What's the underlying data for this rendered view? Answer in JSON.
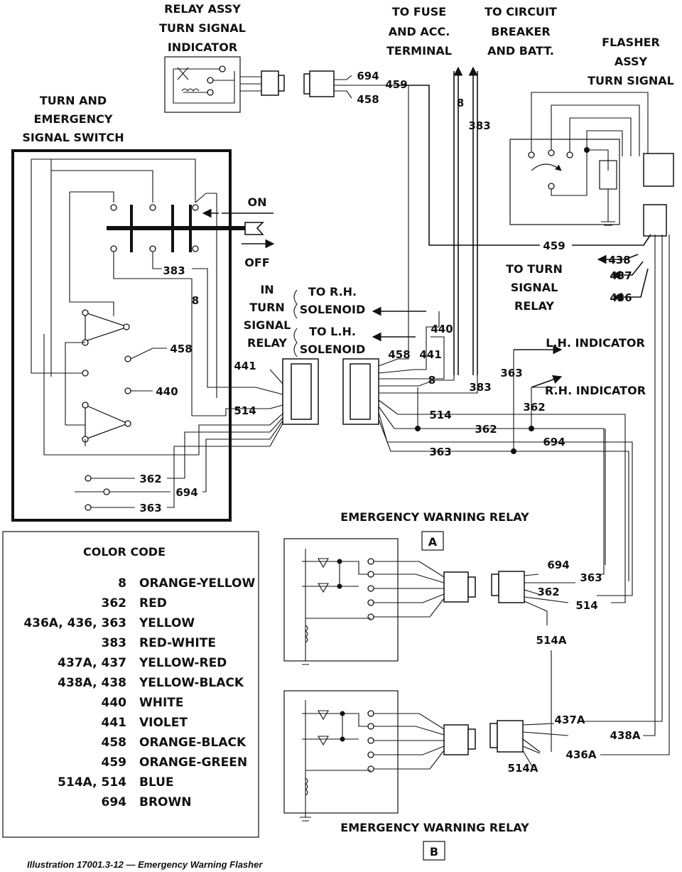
{
  "labels": {
    "relay_assy": [
      "RELAY ASSY",
      "TURN SIGNAL",
      "INDICATOR"
    ],
    "to_fuse": [
      "TO FUSE",
      "AND ACC.",
      "TERMINAL"
    ],
    "to_breaker": [
      "TO CIRCUIT",
      "BREAKER",
      "AND BATT."
    ],
    "flasher": [
      "FLASHER",
      "ASSY",
      "TURN SIGNAL"
    ],
    "switch": [
      "TURN AND",
      "EMERGENCY",
      "SIGNAL SWITCH"
    ],
    "on": "ON",
    "off": "OFF",
    "in_turn": [
      "IN",
      "TURN",
      "SIGNAL",
      "RELAY"
    ],
    "to_rh_solenoid": [
      "TO R.H.",
      "SOLENOID"
    ],
    "to_lh_solenoid": [
      "TO L.H.",
      "SOLENOID"
    ],
    "to_turn_relay": [
      "TO TURN",
      "SIGNAL",
      "RELAY"
    ],
    "lh_indicator": "L.H. INDICATOR",
    "rh_indicator": "R.H. INDICATOR",
    "relay_a_title": "EMERGENCY WARNING RELAY",
    "relay_a_tag": "A",
    "relay_b_title": "EMERGENCY WARNING RELAY",
    "relay_b_tag": "B",
    "caption": "Illustration 17001.3-12 — Emergency Warning Flasher"
  },
  "wires": {
    "w694a": "694",
    "w459a": "459",
    "w458a": "458",
    "w8a": "8",
    "w383a": "383",
    "w459b": "459",
    "w438": "438",
    "w437": "437",
    "w436": "436",
    "w383b": "383",
    "w8b": "8",
    "w458b": "458",
    "w441a": "441",
    "w440a": "440",
    "w514a": "514",
    "w362a": "362",
    "w694b": "694",
    "w363a": "363",
    "w440b": "440",
    "w458c": "458",
    "w441b": "441",
    "w8c": "8",
    "w383c": "383",
    "w363b": "363",
    "w362b": "362",
    "w514b": "514",
    "w362c": "362",
    "w694c": "694",
    "w363c": "363",
    "w694d": "694",
    "w363d": "363",
    "w362d": "362",
    "w514c": "514",
    "w514A1": "514A",
    "w437A": "437A",
    "w438A": "438A",
    "w436A": "436A",
    "w514A2": "514A"
  },
  "color_code": {
    "title": "COLOR CODE",
    "rows": [
      {
        "num": "8",
        "color": "ORANGE-YELLOW"
      },
      {
        "num": "362",
        "color": "RED"
      },
      {
        "num": "436A, 436, 363",
        "color": "YELLOW"
      },
      {
        "num": "383",
        "color": "RED-WHITE"
      },
      {
        "num": "437A, 437",
        "color": "YELLOW-RED"
      },
      {
        "num": "438A, 438",
        "color": "YELLOW-BLACK"
      },
      {
        "num": "440",
        "color": "WHITE"
      },
      {
        "num": "441",
        "color": "VIOLET"
      },
      {
        "num": "458",
        "color": "ORANGE-BLACK"
      },
      {
        "num": "459",
        "color": "ORANGE-GREEN"
      },
      {
        "num": "514A, 514",
        "color": "BLUE"
      },
      {
        "num": "694",
        "color": "BROWN"
      }
    ]
  }
}
